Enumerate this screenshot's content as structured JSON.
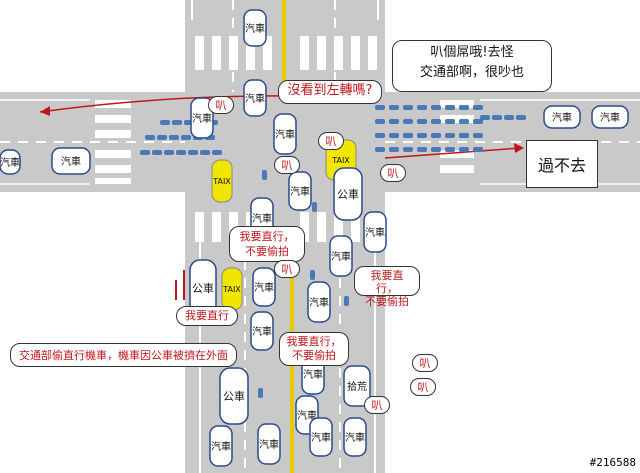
{
  "bubbles": {
    "complain_top": "叭個屌哦!去怪\n交通部啊，很吵也",
    "left_turn": "沒看到左轉嗎?",
    "go_straight_1": "我要直行，\n不要偷拍",
    "go_straight_2": "我要直行，\n不要偷拍",
    "go_straight_3": "我要直行",
    "go_straight_4": "我要直行，\n不要偷拍",
    "caption": "交通部偷直行機車，機車因公車被擠在外面",
    "honk_1": "叭",
    "honk_2": "叭",
    "honk_3": "叭",
    "honk_4": "叭",
    "honk_5": "叭",
    "honk_6": "叭",
    "honk_7": "叭"
  },
  "box_label": "過不去",
  "vehicles": {
    "car": "汽車",
    "taxi": "TAIX",
    "bus": "公車",
    "scavenger": "拾荒"
  },
  "watermark": "#216588",
  "colors": {
    "road": "#c9c9c9",
    "red": "#c0161b",
    "scooter": "#4a78b8",
    "taxi": "#f2e600"
  }
}
